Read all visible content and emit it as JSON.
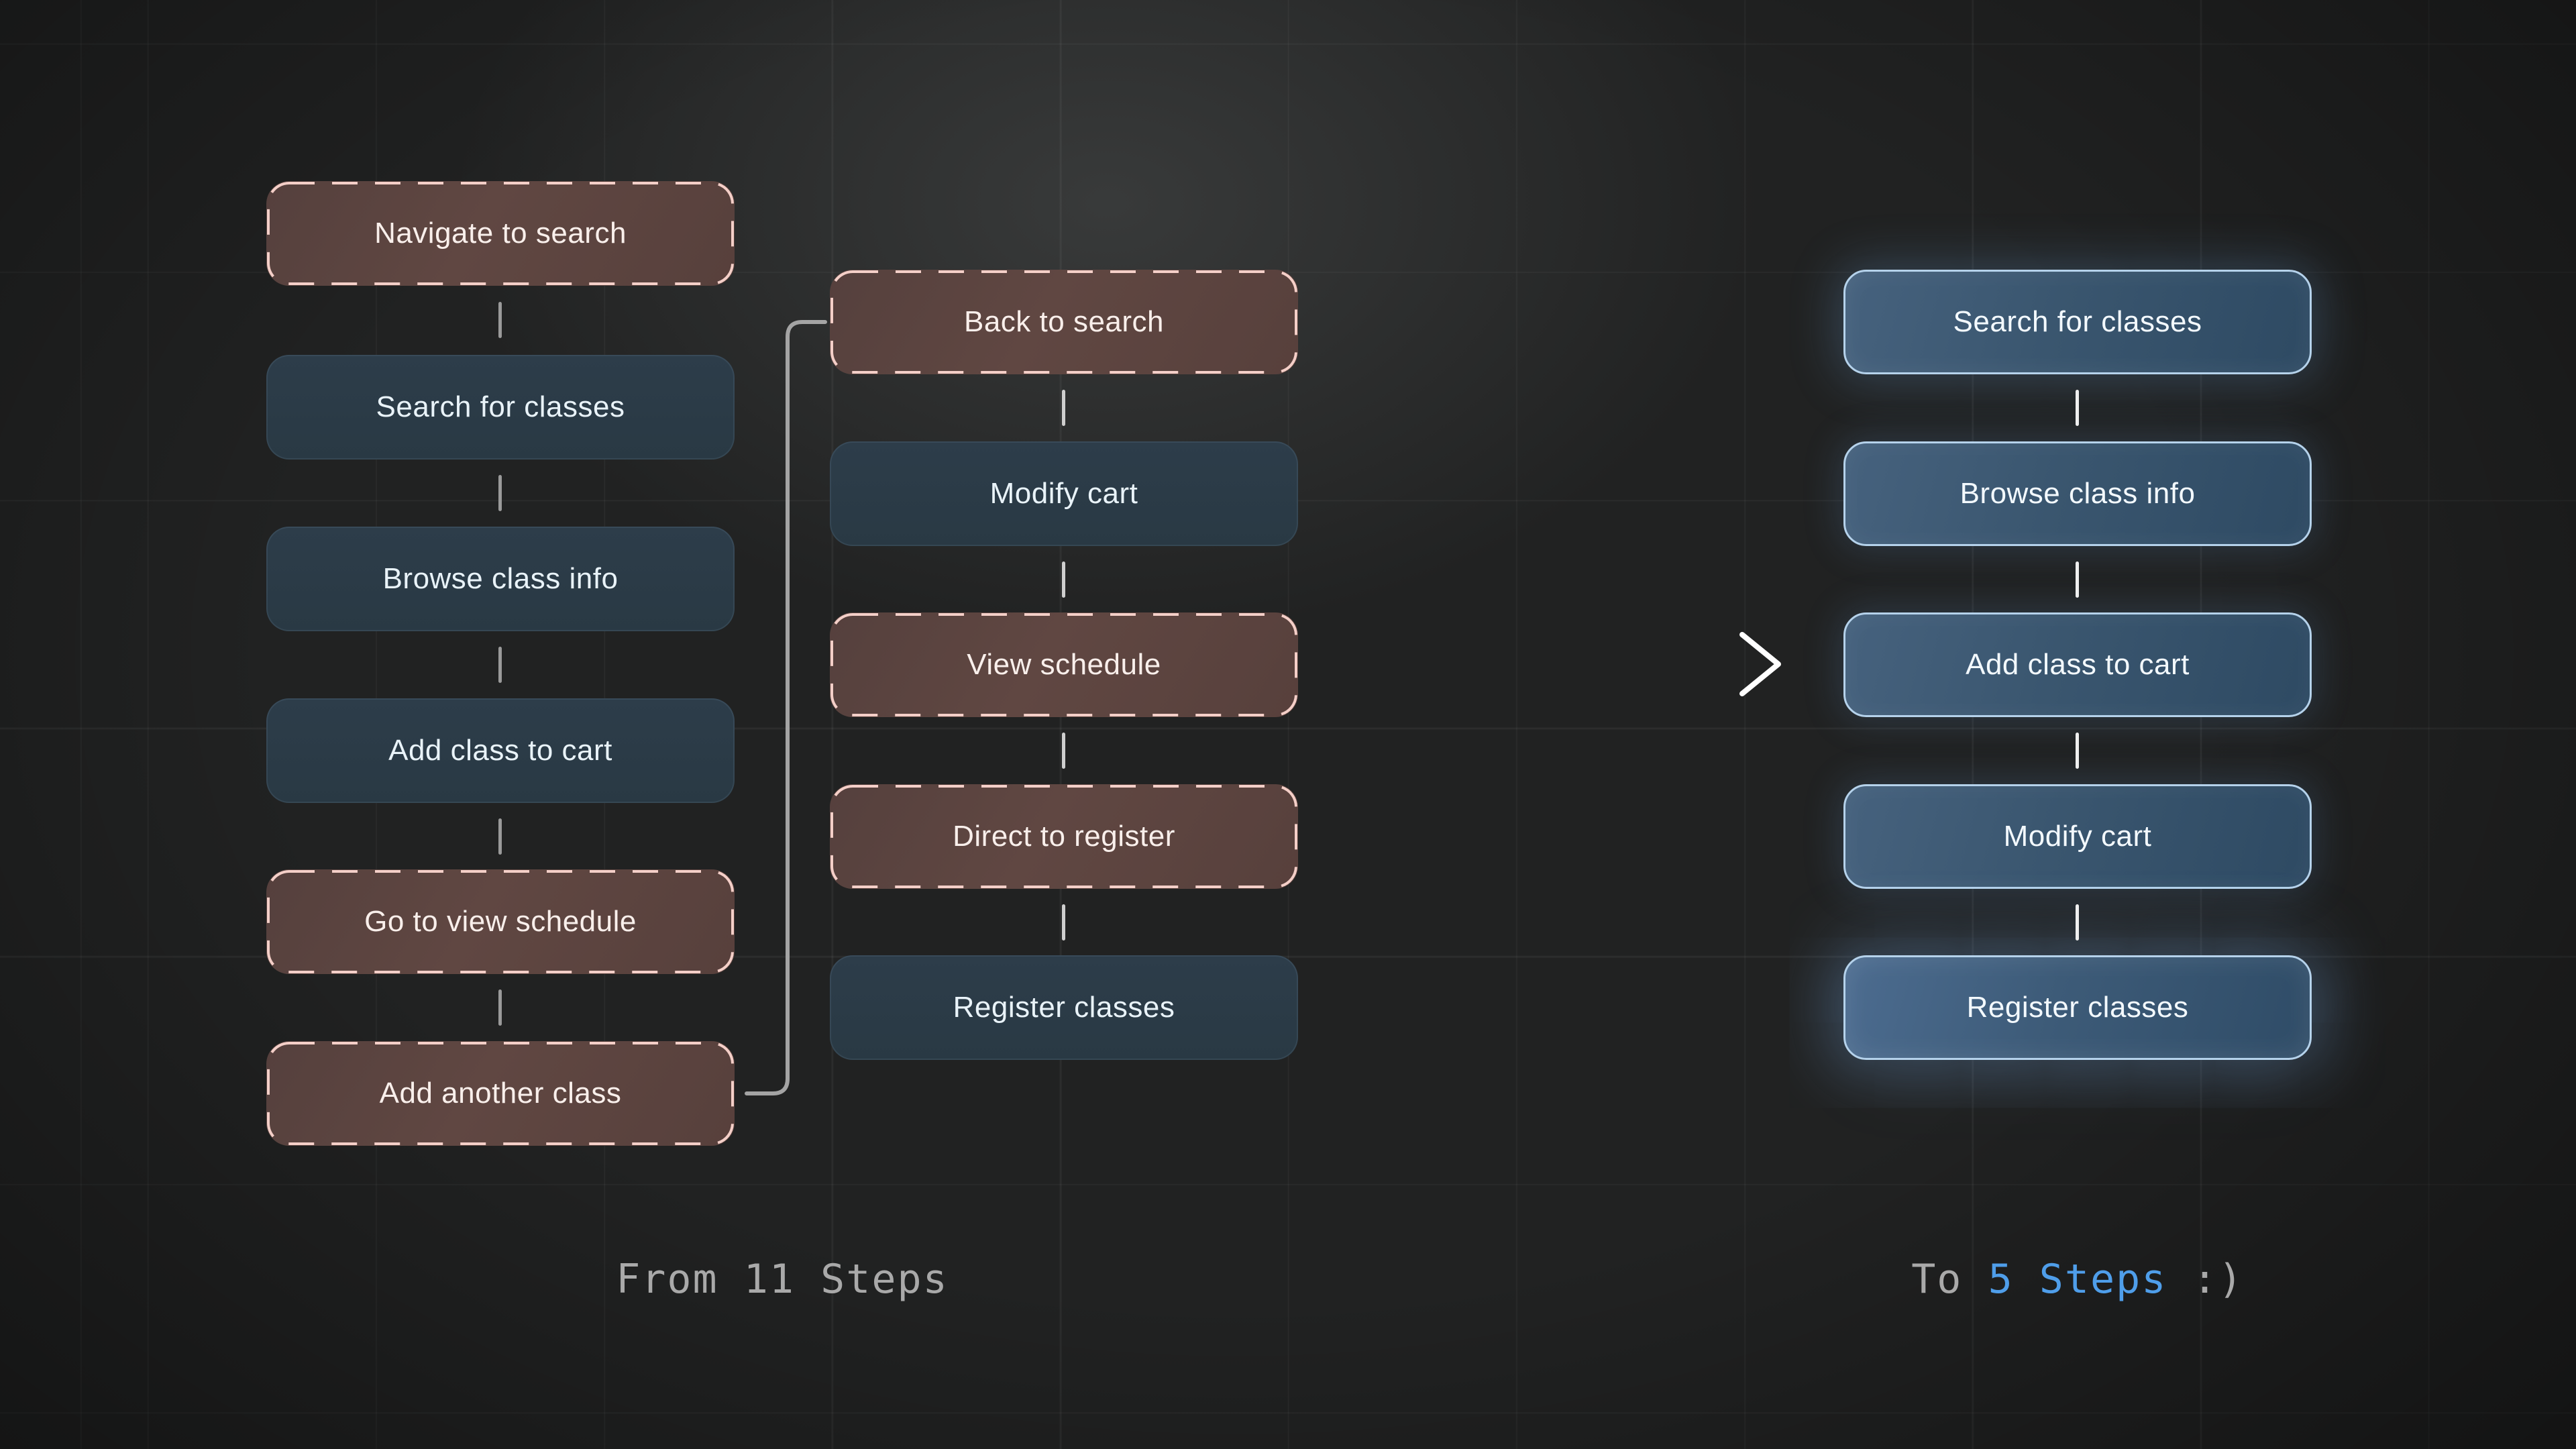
{
  "diagram": {
    "left_column": {
      "steps": [
        {
          "label": "Navigate to search",
          "status": "removed"
        },
        {
          "label": "Search for classes",
          "status": "kept"
        },
        {
          "label": "Browse class info",
          "status": "kept"
        },
        {
          "label": "Add class to cart",
          "status": "kept"
        },
        {
          "label": "Go to view schedule",
          "status": "removed"
        },
        {
          "label": "Add another class",
          "status": "removed"
        }
      ]
    },
    "middle_column": {
      "steps": [
        {
          "label": "Back to search",
          "status": "removed"
        },
        {
          "label": "Modify cart",
          "status": "kept"
        },
        {
          "label": "View schedule",
          "status": "removed"
        },
        {
          "label": "Direct to register",
          "status": "removed"
        },
        {
          "label": "Register classes",
          "status": "kept"
        }
      ]
    },
    "right_column": {
      "steps": [
        {
          "label": "Search for classes",
          "status": "final"
        },
        {
          "label": "Browse class info",
          "status": "final"
        },
        {
          "label": "Add class to cart",
          "status": "final"
        },
        {
          "label": "Modify cart",
          "status": "final"
        },
        {
          "label": "Register classes",
          "status": "final"
        }
      ]
    },
    "captions": {
      "left": "From 11 Steps",
      "right_prefix": "To ",
      "right_highlight": "5 Steps",
      "right_suffix": " :)"
    },
    "colors": {
      "removed_fill": "#5d4540",
      "removed_dashed_border": "#f4cfc8",
      "kept_fill": "#2b3944",
      "final_fill": "#3a566f",
      "final_border": "#b5d2eb",
      "caption_text": "#a9a9a9",
      "caption_highlight": "#4f9eea",
      "background": "#212222"
    }
  }
}
